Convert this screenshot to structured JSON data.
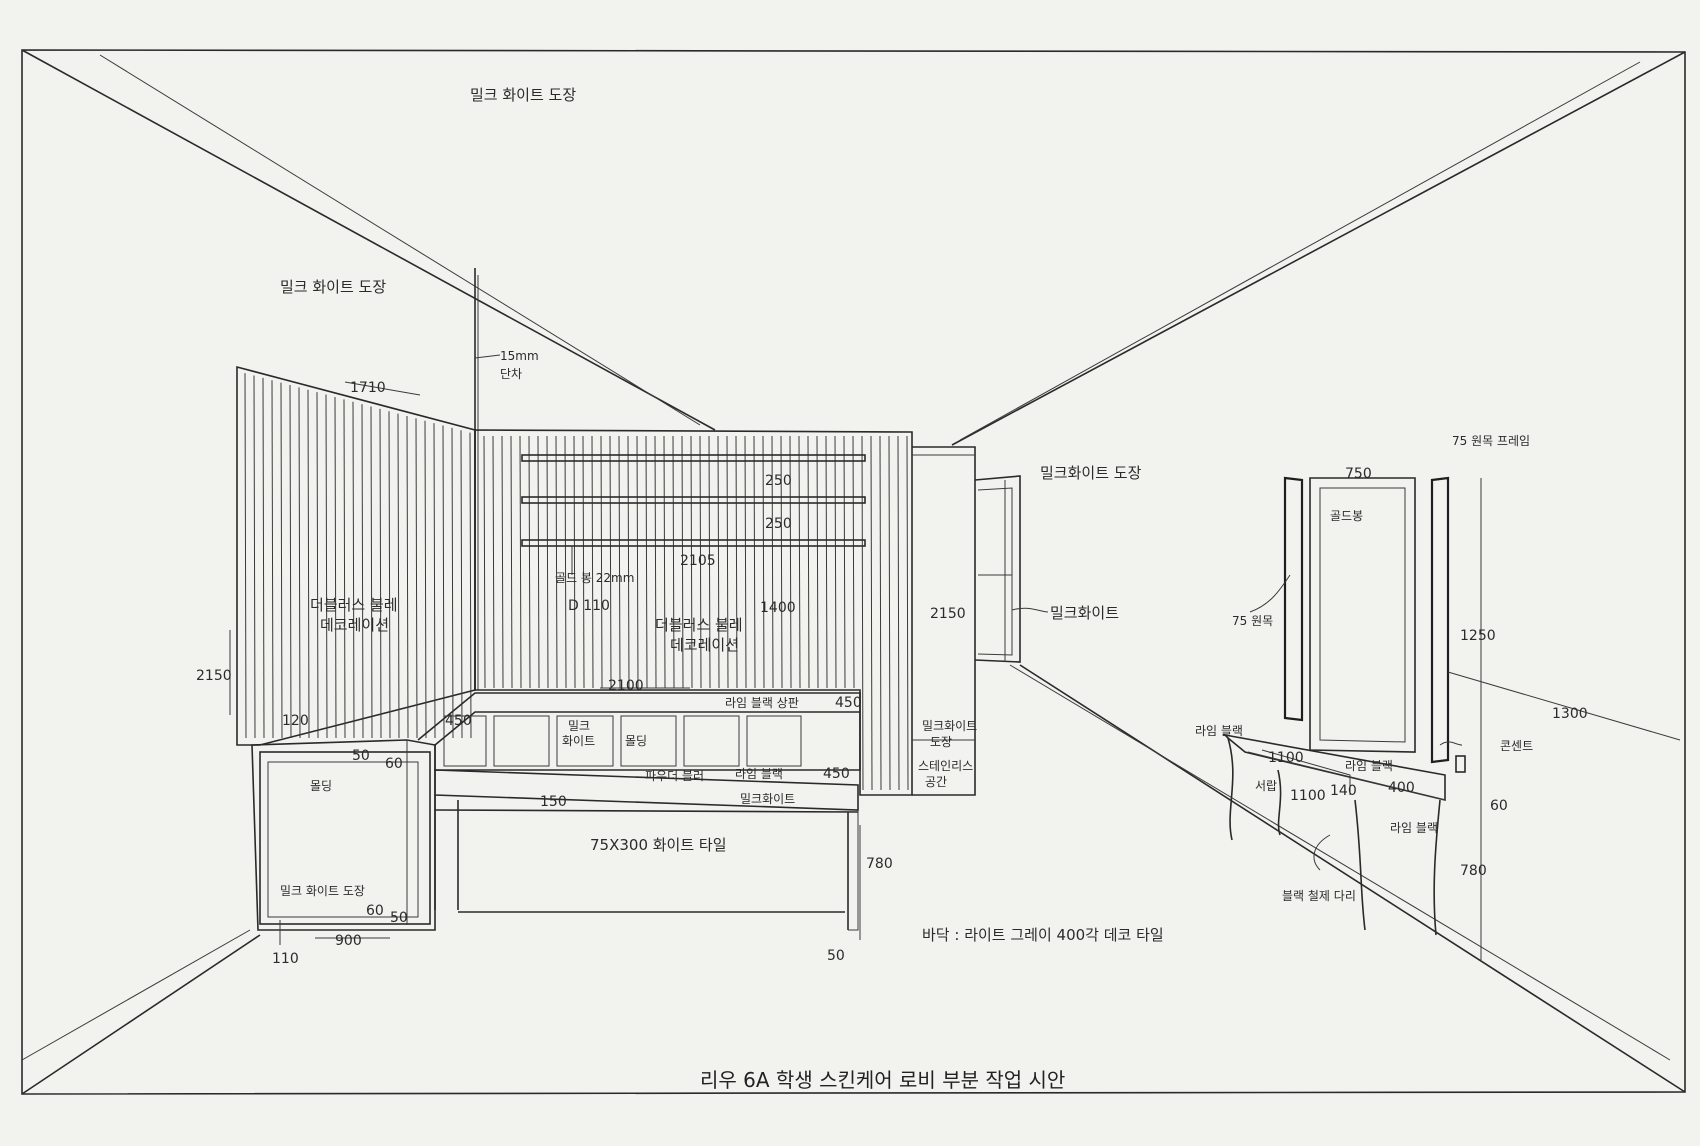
{
  "labels": {
    "ceiling_finish": "밀크 화이트 도장",
    "left_wall_finish": "밀크 화이트 도장",
    "step_note_1": "15mm",
    "step_note_2": "단차",
    "left_panel_label_1": "더블러스 불레",
    "left_panel_label_2": "데코레이션",
    "center_panel_label_1": "더블러스 불레",
    "center_panel_label_2": "데코레이션",
    "shelf_note": "골드 봉 22mm",
    "shelf_depth": "D 110",
    "right_wall_finish": "밀크화이트 도장",
    "door_finish": "밀크화이트",
    "counter_top_label": "라임 블랙 상판",
    "drawer_label_1": "밀크",
    "drawer_label_2": "화이트",
    "drawer_label_3": "몰딩",
    "counter_color": "파우더 블러",
    "counter_top_label_2": "라임 블랙",
    "base_finish": "밀크화이트",
    "floor_tile_counter": "75X300 화이트 타일",
    "left_box_label": "몰딩",
    "left_box_finish": "밀크 화이트 도장",
    "mirror_frame_top": "75 원목 프레임",
    "mirror_frame_side": "75 원목",
    "mirror_label": "골드봉",
    "vanity_top": "라임 블랙",
    "vanity_drawer": "서랍",
    "vanity_side": "라임 블랙",
    "vanity_top_2": "라임 블랙",
    "vanity_legs": "블랙 철제 다리",
    "outlet": "콘센트",
    "corner_finish_1": "밀크화이트",
    "corner_finish_2": "도장",
    "corner_note_1": "스테인리스",
    "corner_note_2": "공간",
    "floor_finish": "바닥 : 라이트 그레이 400각 데코 타일",
    "title": "리우 6A 학생 스킨케어 로비 부분 작업 시안"
  },
  "dimensions": {
    "d_1710": "1710",
    "d_2150_left": "2150",
    "d_250_a": "250",
    "d_250_b": "250",
    "d_2105": "2105",
    "d_1400": "1400",
    "d_2150_right": "2150",
    "d_2100": "2100",
    "d_450_a": "450",
    "d_450_b": "450",
    "d_450_c": "450",
    "d_150": "150",
    "d_780_counter": "780",
    "d_50_bottom": "50",
    "d_120": "120",
    "d_50_a": "50",
    "d_60_a": "60",
    "d_60_b": "60",
    "d_50_b": "50",
    "d_900": "900",
    "d_110": "110",
    "d_750": "750",
    "d_1250": "1250",
    "d_1300": "1300",
    "d_1100_a": "1100",
    "d_1100_b": "1100",
    "d_140": "140",
    "d_400": "400",
    "d_60_c": "60",
    "d_780_vanity": "780"
  }
}
